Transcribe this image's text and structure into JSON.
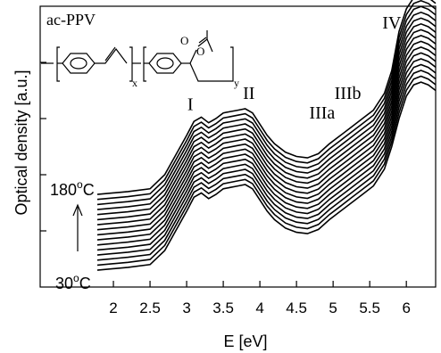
{
  "chart_data": {
    "type": "line",
    "xlabel": "E [eV]",
    "ylabel": "Optical density [a.u.]",
    "xlim": [
      1.0,
      6.4
    ],
    "xticks": [
      "2",
      "2.5",
      "3",
      "3.5",
      "4",
      "4.5",
      "5",
      "5.5",
      "6"
    ],
    "grid": false,
    "legend": "none",
    "panel_label": "ac-PPV",
    "structure": {
      "top_group": "O",
      "sub_x": "x",
      "sub_y": "y"
    },
    "temp_high": {
      "base": "180",
      "sup": "o",
      "unit": "C"
    },
    "temp_low": {
      "base": "30",
      "sup": "o",
      "unit": "C"
    },
    "band_labels": [
      {
        "text": "I",
        "x": 3.05,
        "y": 0.63
      },
      {
        "text": "II",
        "x": 3.85,
        "y": 0.67
      },
      {
        "text": "IIIa",
        "x": 4.85,
        "y": 0.6
      },
      {
        "text": "IIIb",
        "x": 5.2,
        "y": 0.67
      },
      {
        "text": "IV",
        "x": 5.8,
        "y": 0.92
      }
    ],
    "series_count": 16,
    "series_offset_step": 0.018,
    "reference_series": {
      "x": [
        1.78,
        2.2,
        2.5,
        2.7,
        2.85,
        3.0,
        3.1,
        3.2,
        3.3,
        3.4,
        3.5,
        3.6,
        3.7,
        3.8,
        3.9,
        4.0,
        4.1,
        4.2,
        4.35,
        4.5,
        4.65,
        4.8,
        4.95,
        5.1,
        5.25,
        5.4,
        5.55,
        5.7,
        5.8,
        5.9,
        6.0,
        6.1,
        6.2,
        6.3,
        6.4
      ],
      "y": [
        0.06,
        0.07,
        0.08,
        0.13,
        0.2,
        0.27,
        0.32,
        0.335,
        0.315,
        0.33,
        0.35,
        0.355,
        0.36,
        0.365,
        0.35,
        0.31,
        0.27,
        0.24,
        0.21,
        0.195,
        0.19,
        0.205,
        0.24,
        0.27,
        0.3,
        0.33,
        0.36,
        0.42,
        0.5,
        0.6,
        0.68,
        0.72,
        0.73,
        0.72,
        0.7
      ]
    }
  }
}
